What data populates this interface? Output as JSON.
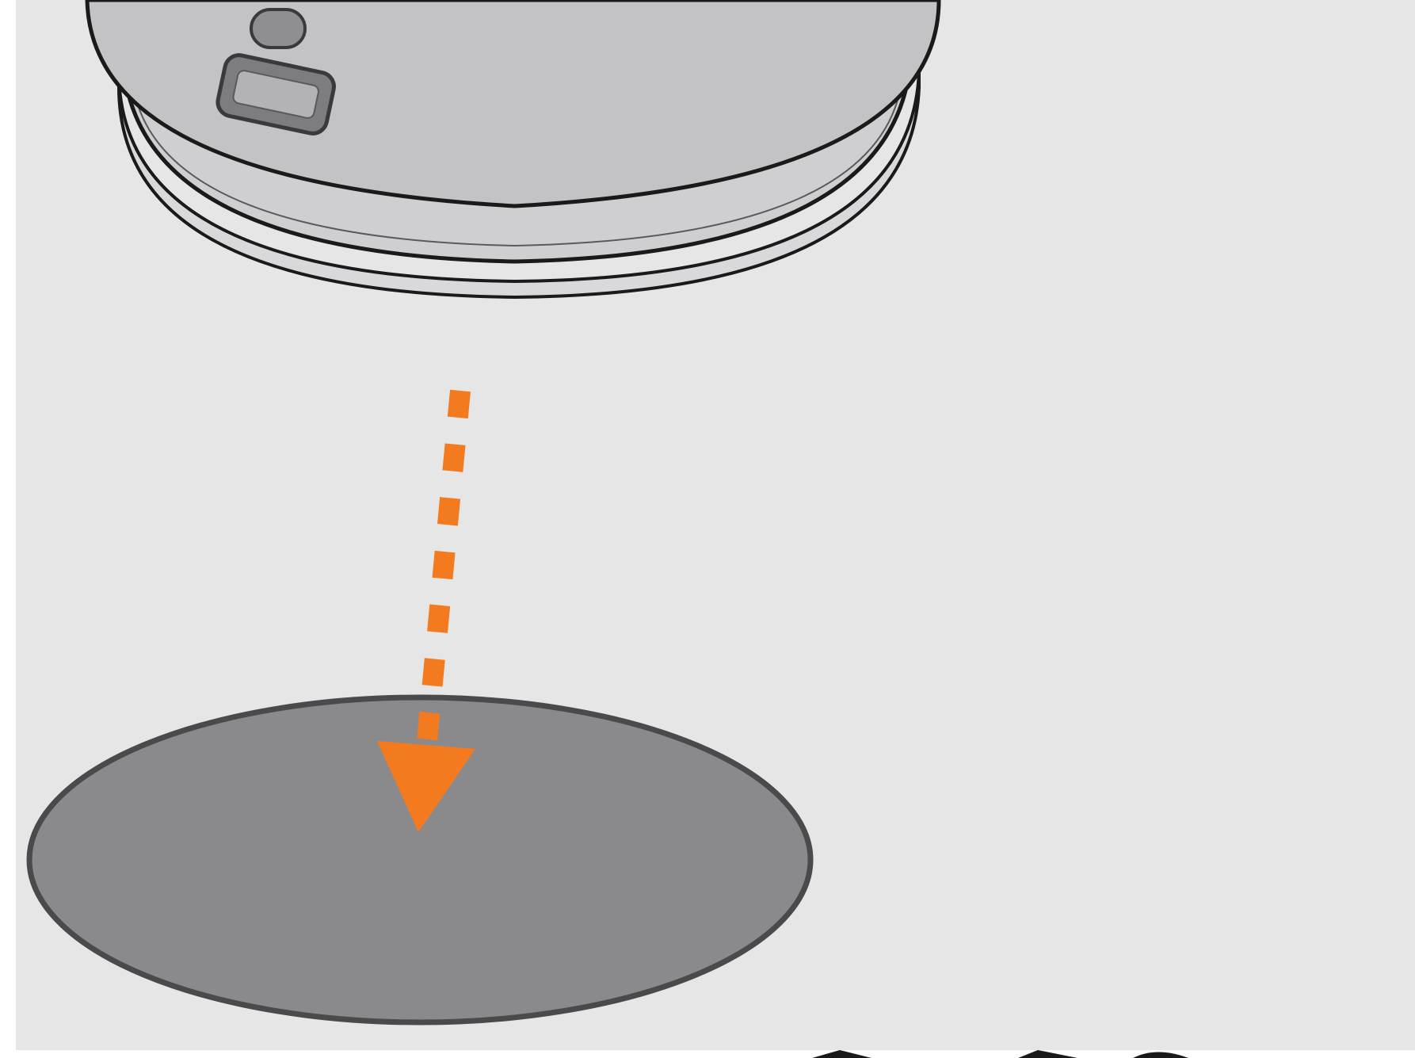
{
  "illustration": {
    "colors": {
      "background": "#e6e6e6",
      "device_body": "#c3c3c5",
      "device_rim": "#d5d5d7",
      "outline": "#1a1a1a",
      "pad_fill": "#8a8a8c",
      "pad_outline": "#4a4a4c",
      "arrow": "#f47a20",
      "port_fill": "#8f8f91"
    },
    "parts": [
      {
        "name": "device-puck",
        "description_visible": false
      },
      {
        "name": "usb-port"
      },
      {
        "name": "indicator-slot"
      },
      {
        "name": "placement-arrow"
      },
      {
        "name": "mount-pad"
      }
    ]
  }
}
